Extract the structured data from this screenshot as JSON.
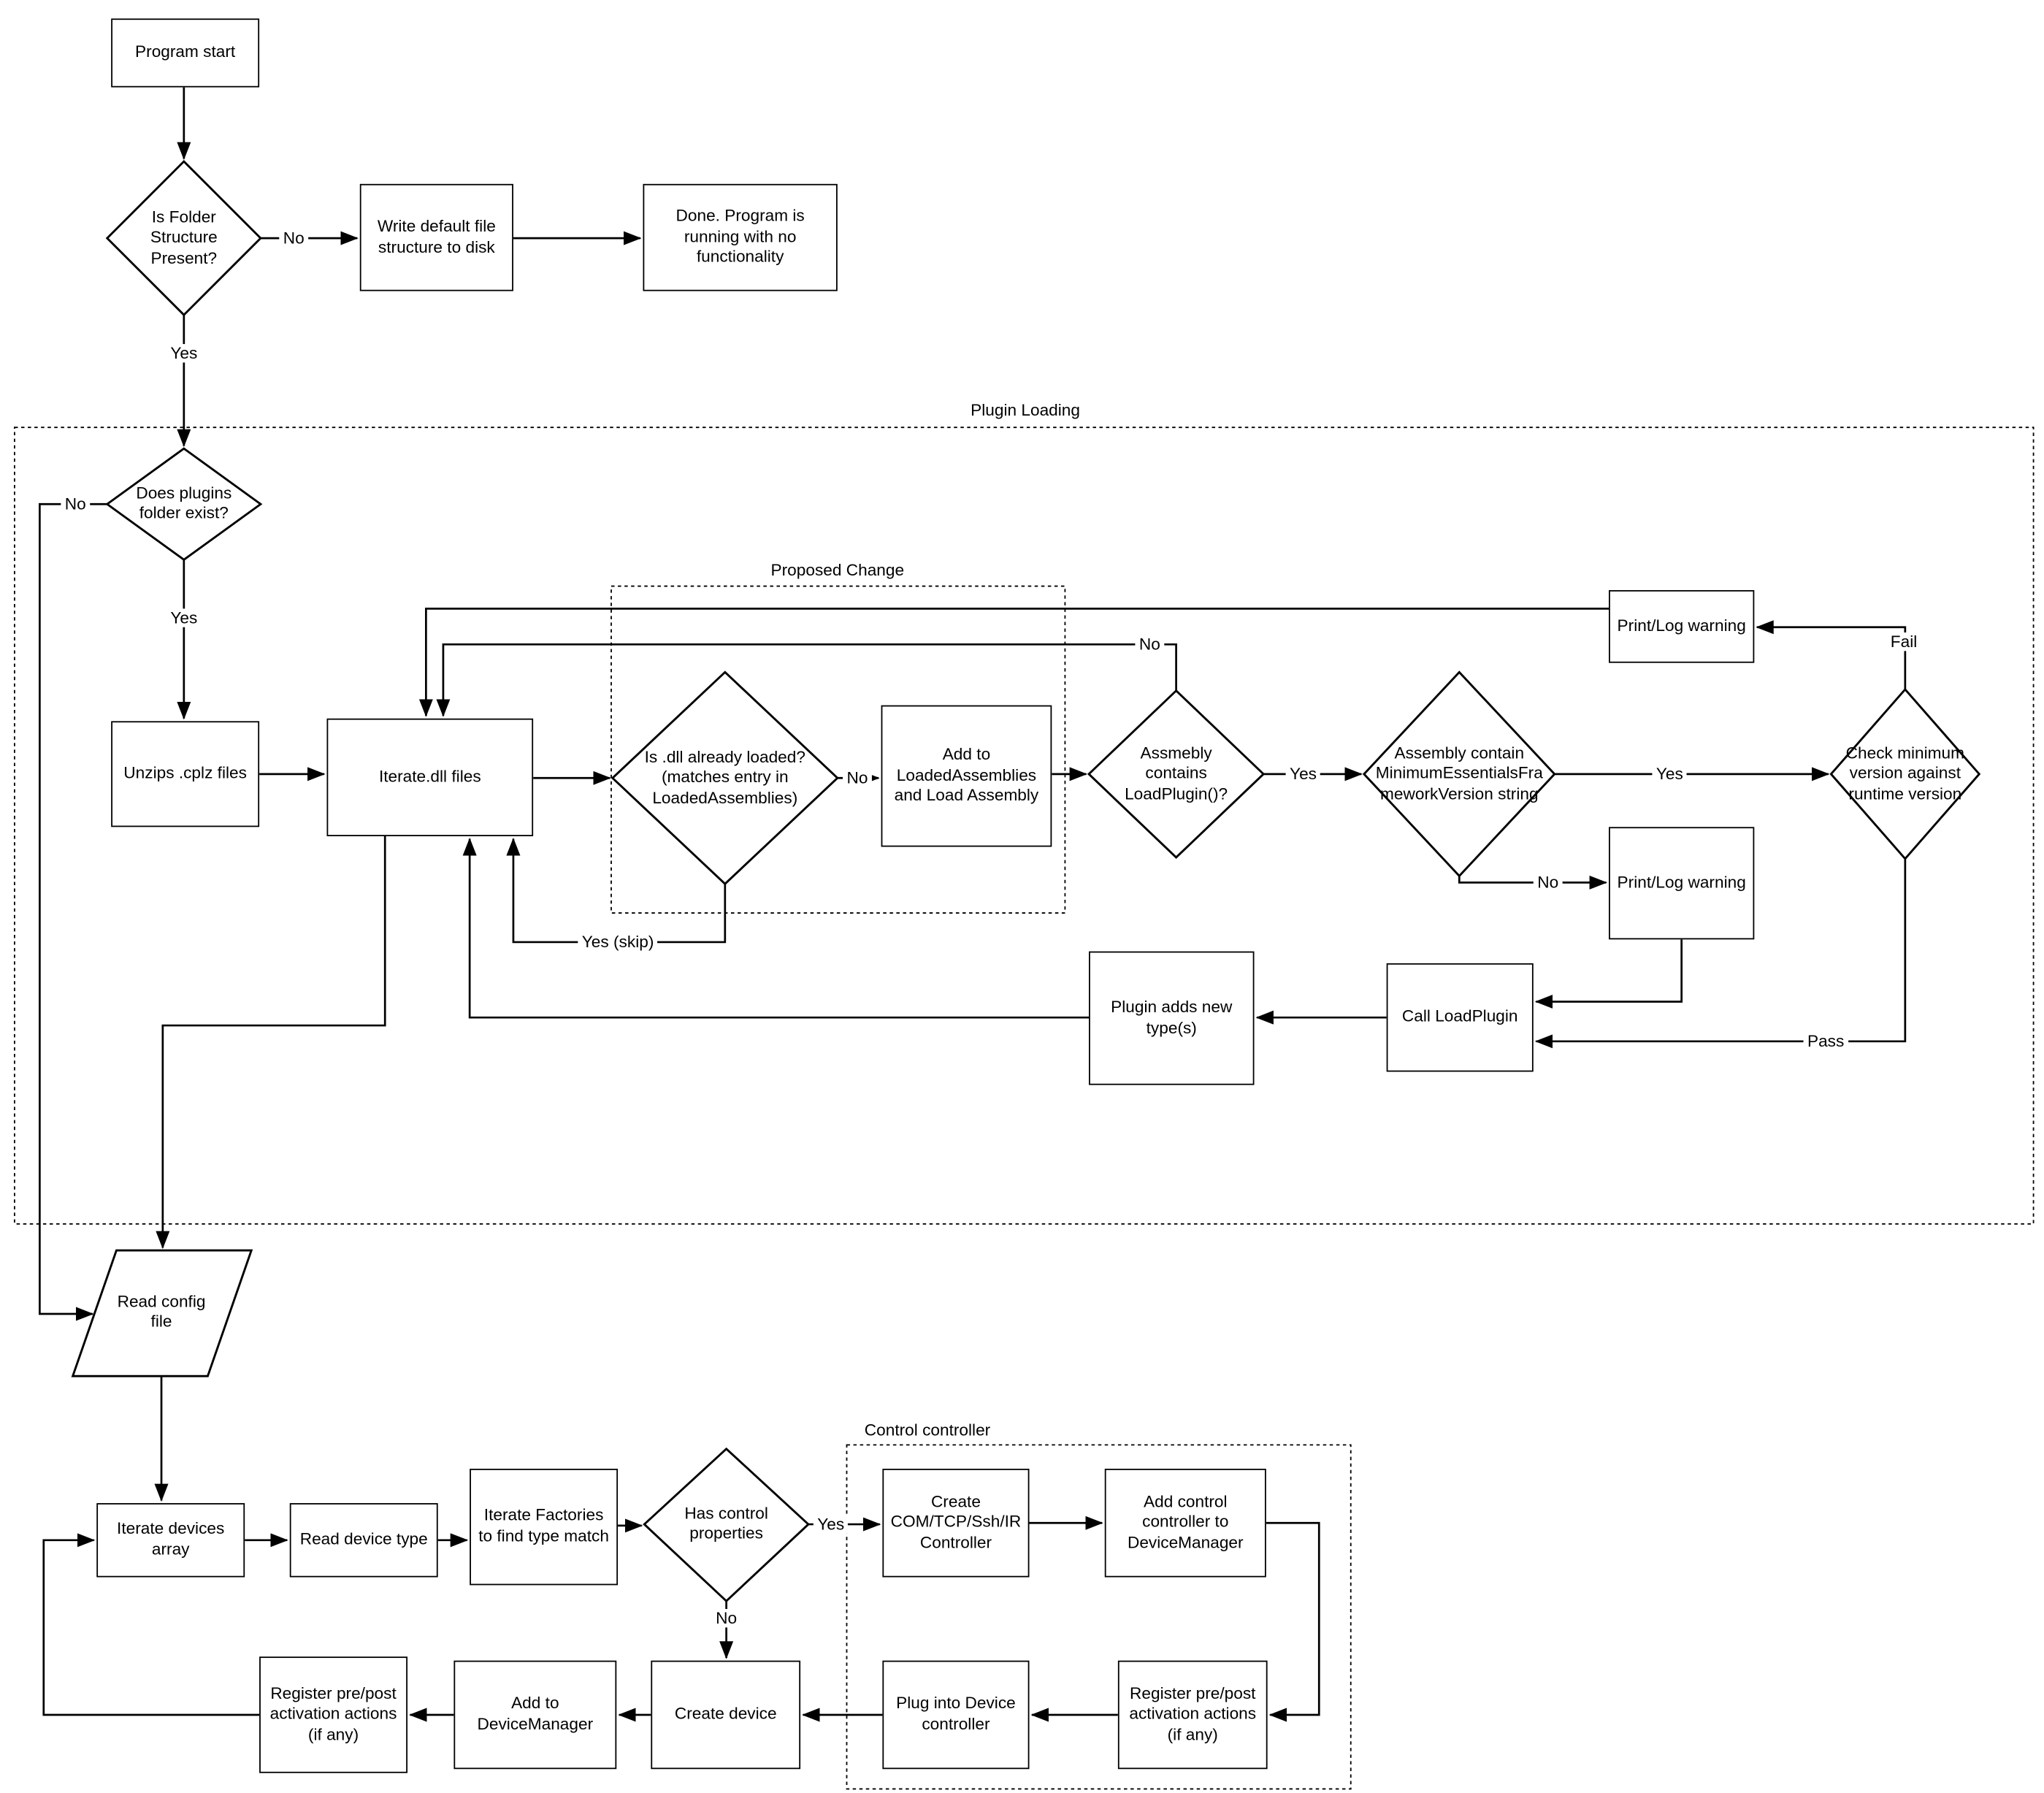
{
  "regions": {
    "plugin_loading": {
      "label": "Plugin Loading"
    },
    "proposed_change": {
      "label": "Proposed Change"
    },
    "control_controller": {
      "label": "Control controller"
    }
  },
  "nodes": {
    "program_start": {
      "label": "Program start"
    },
    "is_folder_structure_present": {
      "label": "Is Folder Structure Present?"
    },
    "write_default_file_structure": {
      "label": "Write default file structure to disk"
    },
    "done_no_functionality": {
      "label": "Done.  Program is running with no functionality"
    },
    "does_plugins_folder_exist": {
      "label": "Does plugins folder exist?"
    },
    "unzips_cplz_files": {
      "label": "Unzips .cplz files"
    },
    "iterate_dll_files": {
      "label": "Iterate.dll files"
    },
    "is_dll_already_loaded": {
      "label": "Is .dll already loaded? (matches entry in LoadedAssemblies)"
    },
    "add_to_loaded_assemblies": {
      "label": "Add to LoadedAssemblies and Load Assembly"
    },
    "assembly_contains_loadplugin": {
      "label": "Assmebly contains LoadPlugin()?"
    },
    "assembly_contains_min_version": {
      "label": "Assembly contain MinimumEssentialsFrameworkVersion string"
    },
    "check_minimum_version": {
      "label": "Check minimum version against runtime version"
    },
    "print_log_warning_top": {
      "label": "Print/Log warning"
    },
    "print_log_warning_bottom": {
      "label": "Print/Log warning"
    },
    "call_loadplugin": {
      "label": "Call LoadPlugin"
    },
    "plugin_adds_new_types": {
      "label": "Plugin adds new type(s)"
    },
    "read_config_file": {
      "label": "Read config file"
    },
    "iterate_devices_array": {
      "label": "Iterate devices array"
    },
    "read_device_type": {
      "label": "Read device type"
    },
    "iterate_factories": {
      "label": "Iterate Factories to find type match"
    },
    "has_control_properties": {
      "label": "Has control properties"
    },
    "create_com_tcp_ssh_ir": {
      "label": "Create COM/TCP/Ssh/IR Controller"
    },
    "add_control_controller": {
      "label": "Add control controller to DeviceManager"
    },
    "register_pre_post_right": {
      "label": "Register pre/post activation actions (if any)"
    },
    "plug_into_device_controller": {
      "label": "Plug into Device controller"
    },
    "create_device": {
      "label": "Create device"
    },
    "add_to_device_manager": {
      "label": "Add to DeviceManager"
    },
    "register_pre_post_left": {
      "label": "Register pre/post activation actions (if any)"
    }
  },
  "edge_labels": {
    "folder_no": "No",
    "folder_yes": "Yes",
    "plugins_no": "No",
    "plugins_yes": "Yes",
    "loaded_no": "No",
    "loaded_yes_skip": "Yes (skip)",
    "loadplugin_no": "No",
    "loadplugin_yes": "Yes",
    "minversion_yes": "Yes",
    "minversion_no": "No",
    "check_fail": "Fail",
    "check_pass": "Pass",
    "control_yes": "Yes",
    "control_no": "No"
  },
  "colors": {
    "stroke": "#000000",
    "background": "#ffffff"
  }
}
